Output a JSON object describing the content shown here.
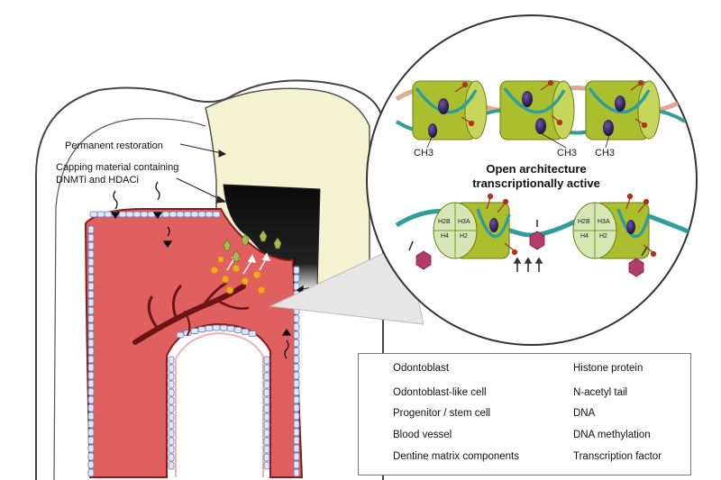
{
  "annotations": {
    "permanent_restoration": "Permanent restoration",
    "capping_line1": "Capping material containing",
    "capping_line2": "DNMTi and HDACi"
  },
  "zoom": {
    "heading_line1": "Open architecture",
    "heading_line2": "transcriptionally active",
    "methyl_labels": [
      "CH3",
      "CH3",
      "CH3"
    ],
    "histone_labels": [
      "H2B",
      "H3A",
      "H4",
      "H2"
    ]
  },
  "legend": {
    "items": [
      {
        "label": "Odontoblast",
        "icon": "odontoblast-icon"
      },
      {
        "label": "Odontoblast-like cell",
        "icon": "odontoblast-like-cell-icon"
      },
      {
        "label": "Progenitor / stem cell",
        "icon": "progenitor-stem-cell-icon"
      },
      {
        "label": "Blood vessel",
        "icon": "blood-vessel-icon"
      },
      {
        "label": "Dentine matrix components",
        "icon": "dentine-matrix-arrow-icon"
      },
      {
        "label": "Histone protein",
        "icon": "histone-protein-icon"
      },
      {
        "label": "N-acetyl tail",
        "icon": "n-acetyl-tail-icon"
      },
      {
        "label": "DNA",
        "icon": "dna-icon"
      },
      {
        "label": "DNA methylation",
        "icon": "dna-methylation-icon"
      },
      {
        "label": "Transcription factor",
        "icon": "transcription-factor-icon"
      }
    ]
  },
  "colors": {
    "pulp": "#e06060",
    "pulp_border": "#8b1a1a",
    "restoration": "#f2f2cf",
    "histone": "#a9bf2e",
    "histone_light": "#cfe0a8",
    "dna": "#2f9d9a",
    "methyl": "#3b2a6b",
    "tf": "#b43c6a",
    "vessel": "#6b1414"
  }
}
